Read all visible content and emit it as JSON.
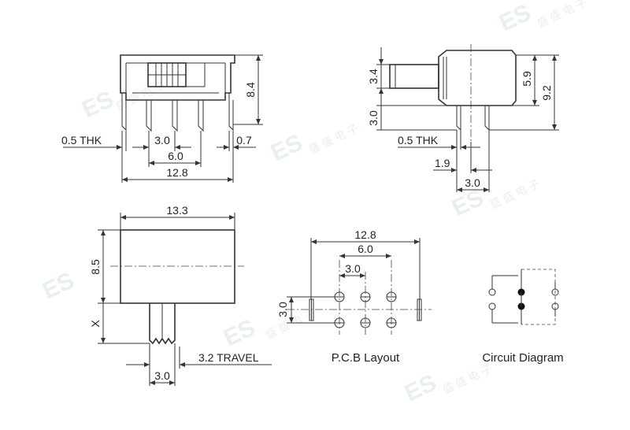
{
  "watermark": {
    "logo_text": "ES",
    "chinese_text": "盛 盛 电 子"
  },
  "front_view": {
    "height_label": "8.4",
    "thk_label": "0.5 THK",
    "pitch_label": "3.0",
    "span_label": "6.0",
    "side_label": "0.7",
    "width_label": "12.8"
  },
  "side_view": {
    "lever_height_label": "3.4",
    "lever_offset_label": "3.0",
    "body_height_label": "5.9",
    "overall_height_label": "9.2",
    "thk_label": "0.5 THK",
    "pin_offset_label": "1.9",
    "pin_pitch_label": "3.0"
  },
  "top_view": {
    "width_label": "13.3",
    "height_label": "8.5",
    "x_label": "X",
    "travel_label": "3.2 TRAVEL",
    "lever_width_label": "3.0"
  },
  "pcb_layout": {
    "caption": "P.C.B Layout",
    "overall_label": "12.8",
    "span_label": "6.0",
    "pitch_label": "3.0",
    "row_label": "3.0"
  },
  "circuit_diagram": {
    "caption": "Circuit Diagram"
  }
}
